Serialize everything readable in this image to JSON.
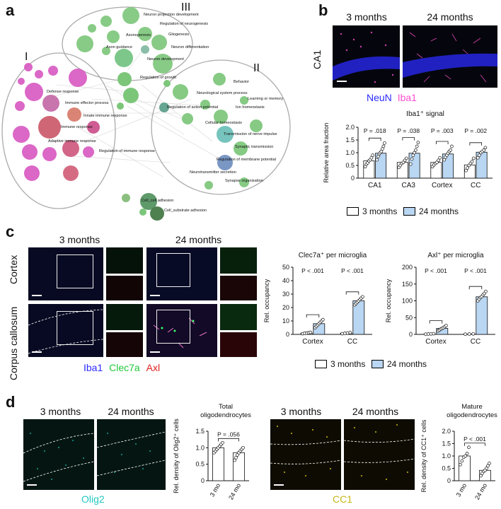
{
  "colors": {
    "open_bar": "#ffffff",
    "blue_bar": "#b9d6f2",
    "neun_blue": "#2b2bff",
    "iba1_magenta": "#ff4fd0",
    "clec7a_green": "#22c93a",
    "axl_red": "#e02020",
    "olig2_cyan": "#22c7c0",
    "cc1_yellow": "#c7b614",
    "cluster_I": "#d85bc3",
    "cluster_II": "#7cc67a",
    "cluster_III": "#6fc27e"
  },
  "panel_a": {
    "label": "a",
    "cluster_labels": {
      "I": "I",
      "II": "II",
      "III": "III"
    },
    "terms_III": [
      "Neuron projection development",
      "Regulation of neurogenesis",
      "Axonogenesis",
      "Gliogenesis",
      "Axon guidance",
      "Neuron differentiation",
      "Neuron development"
    ],
    "terms_I": [
      "Defense response",
      "Immune effector process",
      "Innate immune response",
      "Immune response",
      "Adaptive immune response",
      "Regulation of immune response"
    ],
    "terms_II": [
      "Behavior",
      "Neurological system process",
      "Learning or memory",
      "Ion homeostasis",
      "Regulation of action potential",
      "Cellular homeostasis",
      "Transmission of nerve impulse",
      "Synaptic transmission",
      "Regulation of membrane potential",
      "Neurotransmitter secretion",
      "Synapse organization"
    ],
    "term_growth": "Regulation of growth",
    "term_adh1": "Cell_cell adhesion",
    "term_adh2": "Cell_substrate adhesion"
  },
  "panel_b": {
    "label": "b",
    "col1": "3 months",
    "col2": "24 months",
    "row_label": "CA1",
    "stain1": "NeuN",
    "stain2": "Iba1"
  },
  "panel_c": {
    "label": "c",
    "col1": "3 months",
    "col2": "24 months",
    "row1": "Cortex",
    "row2": "Corpus callosum",
    "stain1": "Iba1",
    "stain2": "Clec7a",
    "stain3": "Axl"
  },
  "panel_d": {
    "label": "d",
    "left_col1": "3 months",
    "left_col2": "24 months",
    "left_stain": "Olig2",
    "right_col1": "3 months",
    "right_col2": "24 months",
    "right_stain": "CC1"
  },
  "legend": {
    "s1": "3 months",
    "s2": "24 months"
  },
  "chart_data": [
    {
      "id": "b_iba1",
      "type": "bar",
      "title": "Iba1⁺ signal",
      "ylabel": "Relative area fraction",
      "categories": [
        "CA1",
        "CA3",
        "Cortex",
        "CC"
      ],
      "ylim": [
        0,
        2.0
      ],
      "yticks": [
        0,
        0.5,
        1.0,
        1.5,
        2.0
      ],
      "ytick_labels": [
        "0",
        "0.5",
        "1.0",
        "1.5",
        "2.0"
      ],
      "series": [
        {
          "name": "3 months",
          "values": [
            0.68,
            0.62,
            0.62,
            0.52
          ]
        },
        {
          "name": "24 months",
          "values": [
            0.98,
            0.98,
            0.95,
            1.02
          ]
        }
      ],
      "points": [
        [
          [
            0.45,
            0.55,
            0.6,
            0.68,
            0.72,
            0.8,
            0.9
          ],
          [
            0.72,
            0.85,
            0.95,
            1.0,
            1.05,
            1.15,
            1.25,
            1.38
          ]
        ],
        [
          [
            0.42,
            0.5,
            0.58,
            0.62,
            0.7,
            0.78
          ],
          [
            0.55,
            0.75,
            0.9,
            1.0,
            1.1,
            1.25,
            1.4
          ]
        ],
        [
          [
            0.45,
            0.52,
            0.58,
            0.62,
            0.7,
            0.8
          ],
          [
            0.72,
            0.82,
            0.9,
            0.98,
            1.05,
            1.1,
            1.25
          ]
        ],
        [
          [
            0.3,
            0.4,
            0.5,
            0.58,
            0.65,
            0.78
          ],
          [
            0.8,
            0.9,
            1.0,
            1.05,
            1.1,
            1.2
          ]
        ]
      ],
      "annotations": [
        "P = .018",
        "P = .038",
        "P = .003",
        "P = .002"
      ]
    },
    {
      "id": "c_clec7a",
      "type": "bar",
      "title": "Clec7a⁺ per microglia",
      "ylabel": "Rel. occupancy",
      "categories": [
        "Cortex",
        "CC"
      ],
      "ylim": [
        0,
        50
      ],
      "yticks": [
        0,
        10,
        20,
        30,
        40,
        50
      ],
      "ytick_labels": [
        "0",
        "10",
        "20",
        "30",
        "40",
        "50"
      ],
      "series": [
        {
          "name": "3 months",
          "values": [
            1,
            1
          ]
        },
        {
          "name": "24 months",
          "values": [
            8,
            25
          ]
        }
      ],
      "points": [
        [
          [
            0.5,
            0.8,
            1.0,
            1.2,
            1.5
          ],
          [
            5,
            6,
            7,
            8,
            9,
            10,
            11
          ]
        ],
        [
          [
            0.5,
            0.8,
            1.0,
            1.3
          ],
          [
            22,
            23,
            24,
            25,
            26,
            27,
            28
          ]
        ]
      ],
      "annotations": [
        "P < .001",
        "P < .001"
      ]
    },
    {
      "id": "c_axl",
      "type": "bar",
      "title": "Axl⁺ per microglia",
      "ylabel": "Rel. occupancy",
      "categories": [
        "Cortex",
        "CC"
      ],
      "ylim": [
        0,
        200
      ],
      "yticks": [
        0,
        50,
        100,
        150,
        200
      ],
      "ytick_labels": [
        "0",
        "50",
        "100",
        "150",
        "200"
      ],
      "series": [
        {
          "name": "3 months",
          "values": [
            1,
            1
          ]
        },
        {
          "name": "24 months",
          "values": [
            18,
            112
          ]
        }
      ],
      "points": [
        [
          [
            0.5,
            1,
            1.5,
            2
          ],
          [
            10,
            13,
            16,
            18,
            20,
            23,
            26
          ]
        ],
        [
          [
            0.5,
            1,
            1.5
          ],
          [
            100,
            105,
            110,
            113,
            118,
            122,
            128
          ]
        ]
      ],
      "annotations": [
        "P < .001",
        "P < .001"
      ]
    },
    {
      "id": "d_olig2",
      "type": "bar",
      "title": "Total oligodendrocytes",
      "ylabel": "Rel. density of Olig2⁺ cells",
      "categories": [
        "3 mo",
        "24 mo"
      ],
      "ylim": [
        0,
        1.5
      ],
      "yticks": [
        0,
        0.5,
        1.0,
        1.5
      ],
      "ytick_labels": [
        "0",
        "0.5",
        "1.0",
        "1.5"
      ],
      "series": [
        {
          "name": "Olig2",
          "values": [
            1.0,
            0.85
          ]
        }
      ],
      "points": [
        [
          0.85,
          0.9,
          0.95,
          1.0,
          1.05,
          1.1,
          1.15
        ],
        [
          0.62,
          0.7,
          0.78,
          0.85,
          0.9,
          0.95,
          1.0
        ]
      ],
      "annotations": [
        "P = .056"
      ]
    },
    {
      "id": "d_cc1",
      "type": "bar",
      "title": "Mature oligodendrocytes",
      "ylabel": "Rel. density of CC1⁺ cells",
      "categories": [
        "3 mo",
        "24 mo"
      ],
      "ylim": [
        0,
        2.0
      ],
      "yticks": [
        0,
        0.5,
        1.0,
        1.5,
        2.0
      ],
      "ytick_labels": [
        "0",
        "0.5",
        "1.0",
        "1.5",
        "2.0"
      ],
      "series": [
        {
          "name": "CC1",
          "values": [
            1.0,
            0.42
          ]
        }
      ],
      "points": [
        [
          0.65,
          0.8,
          0.95,
          1.0,
          1.1,
          1.35
        ],
        [
          0.2,
          0.3,
          0.38,
          0.42,
          0.5,
          0.6,
          0.7
        ]
      ],
      "annotations": [
        "P < .001"
      ]
    }
  ]
}
